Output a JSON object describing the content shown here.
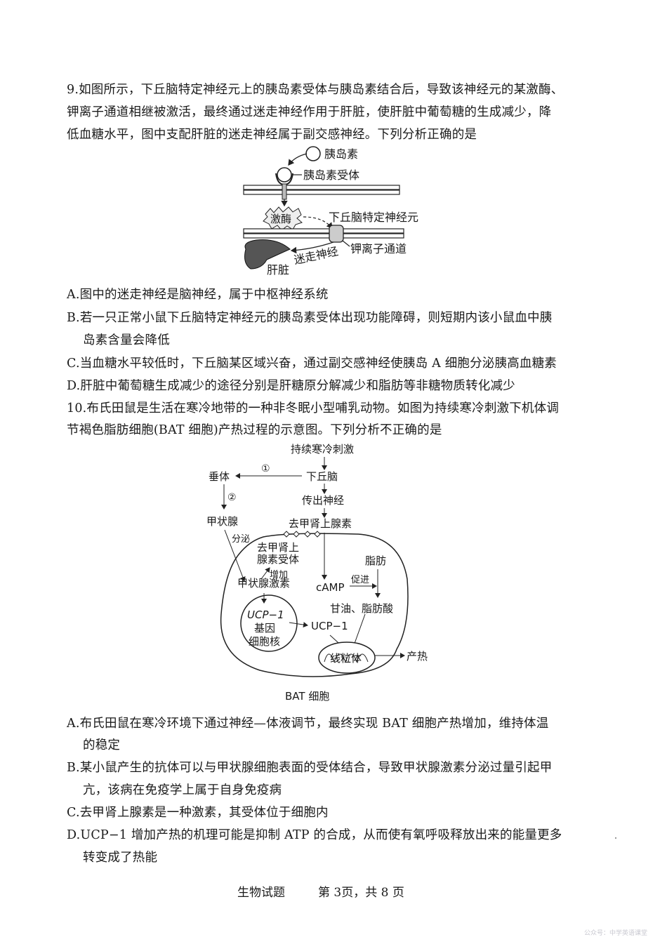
{
  "q9": {
    "stem": [
      "9.如图所示，下丘脑特定神经元上的胰岛素受体与胰岛素结合后，导致该神经元的某激酶、",
      "钾离子通道相继被激活，最终通过迷走神经作用于肝脏，使肝脏中葡萄糖的生成减少，降",
      "低血糖水平，图中支配肝脏的迷走神经属于副交感神经。下列分析正确的是"
    ],
    "figure": {
      "insulin": "胰岛素",
      "insulin_receptor": "胰岛素受体",
      "kinase": "激酶",
      "neuron": "下丘脑特定神经元",
      "k_channel": "钾离子通道",
      "vagus": "迷走神经",
      "liver": "肝脏"
    },
    "options": {
      "A": [
        "A.图中的迷走神经是脑神经，属于中枢神经系统"
      ],
      "B": [
        "B.若一只正常小鼠下丘脑特定神经元的胰岛素受体出现功能障碍，则短期内该小鼠血中胰",
        "岛素含量会降低"
      ],
      "C": [
        "C.当血糖水平较低时，下丘脑某区域兴奋，通过副交感神经使胰岛 A 细胞分泌胰高血糖素"
      ],
      "D": [
        "D.肝脏中葡萄糖生成减少的途径分别是肝糖原分解减少和脂肪等非糖物质转化减少"
      ]
    }
  },
  "q10": {
    "stem": [
      "10.布氏田鼠是生活在寒冷地带的一种非冬眠小型哺乳动物。如图为持续寒冷刺激下机体调",
      "节褐色脂肪细胞(BAT 细胞)产热过程的示意图。下列分析不正确的是"
    ],
    "figure": {
      "stimulus": "持续寒冷刺激",
      "hypothalamus": "下丘脑",
      "pituitary": "垂体",
      "step1": "①",
      "step2": "②",
      "efferent": "传出神经",
      "thyroid": "甲状腺",
      "norepinephrine": "去甲肾上腺素",
      "secrete": "分泌",
      "ne_receptor_1": "去甲肾上",
      "ne_receptor_2": "腺素受体",
      "increase": "增加",
      "thyroid_hormone": "甲状腺激素",
      "camp": "cAMP",
      "promote": "促进",
      "fat": "脂肪",
      "glycerol": "甘油、脂肪酸",
      "ucp_gene_1": "UCP−1",
      "ucp_gene_2": "基因",
      "nucleus": "细胞核",
      "ucp_protein": "UCP−1",
      "mitochondria": "线粒体",
      "heat": "产热",
      "bat_cell": "BAT 细胞"
    },
    "options": {
      "A": [
        "A.布氏田鼠在寒冷环境下通过神经—体液调节，最终实现 BAT 细胞产热增加，维持体温",
        "的稳定"
      ],
      "B": [
        "B.某小鼠产生的抗体可以与甲状腺细胞表面的受体结合，导致甲状腺激素分泌过量引起甲",
        "亢，该病在免疫学上属于自身免疫病"
      ],
      "C": [
        "C.去甲肾上腺素是一种激素，其受体位于细胞内"
      ],
      "D": [
        "D.UCP−1 增加产热的机理可能是抑制 ATP 的合成，从而使有氧呼吸释放出来的能量更多",
        "转变成了热能"
      ]
    }
  },
  "footer": {
    "subject": "生物试题",
    "page": "第 3页，共 8 页"
  },
  "watermark": "公众号：中学英语课堂"
}
